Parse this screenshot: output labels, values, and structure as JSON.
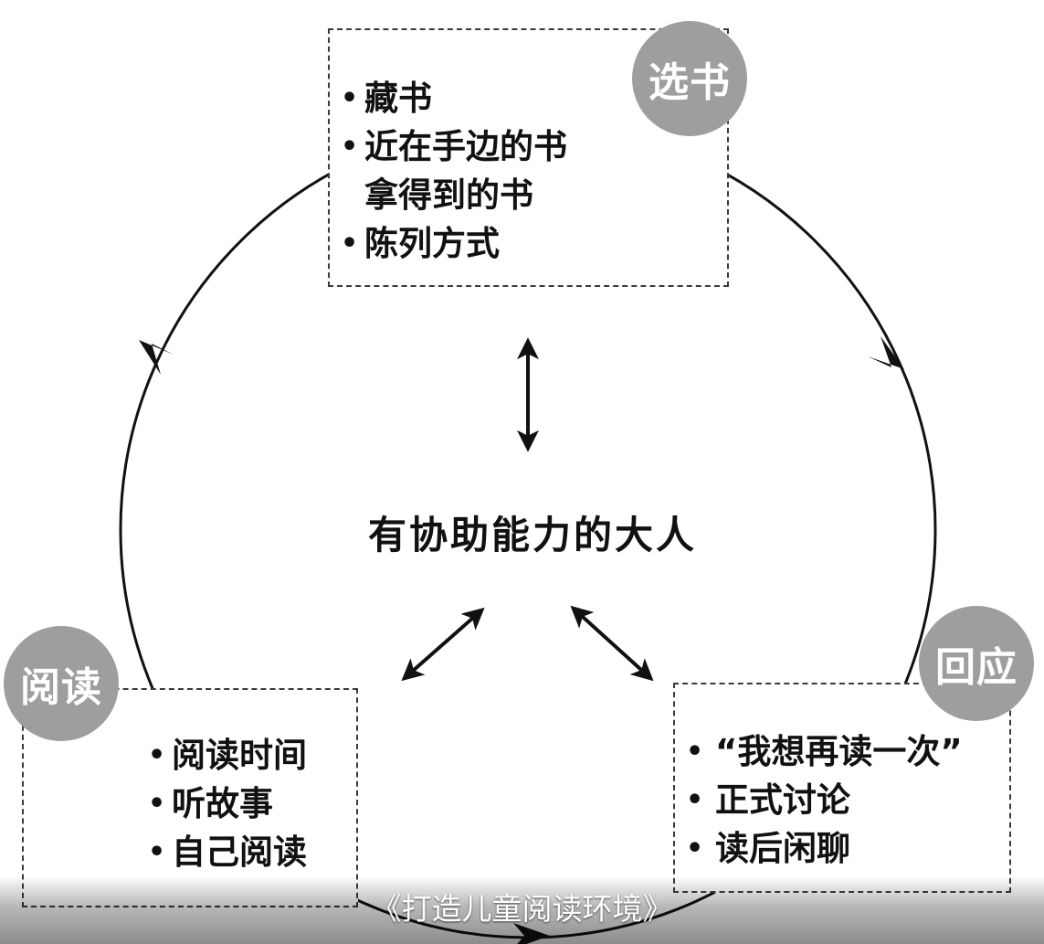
{
  "select_book": {
    "label": "选书",
    "items": [
      "藏书",
      "近在手边的书",
      "拿得到的书",
      "陈列方式"
    ]
  },
  "reading": {
    "label": "阅读",
    "items": [
      "阅读时间",
      "听故事",
      "自己阅读"
    ]
  },
  "response": {
    "label": "回应",
    "items": [
      "“我想再读一次”",
      "正式讨论",
      "读后闲聊"
    ]
  },
  "center_label": "有协助能力的大人",
  "caption": "《打造儿童阅读环境》",
  "colors": {
    "circle_fill": "#9e9e9e",
    "line": "#111111",
    "box_border": "#3a3a3a"
  }
}
